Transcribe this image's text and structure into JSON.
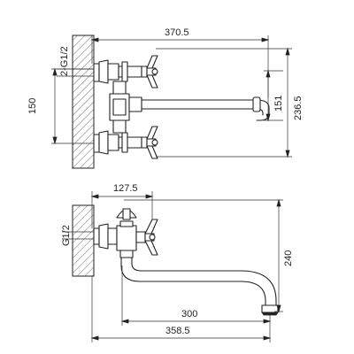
{
  "dimensions": {
    "top_width": "370.5",
    "top_connection": "2-G1/2",
    "top_spacing": "150",
    "top_spout_offset": "151",
    "top_total_height": "236.5",
    "side_handle_offset": "127.5",
    "side_connection": "G1/2",
    "side_height": "240",
    "side_spout_reach": "300",
    "side_total_length": "358.5"
  },
  "colors": {
    "line": "#222222",
    "background": "#ffffff",
    "hatch": "#333333"
  }
}
